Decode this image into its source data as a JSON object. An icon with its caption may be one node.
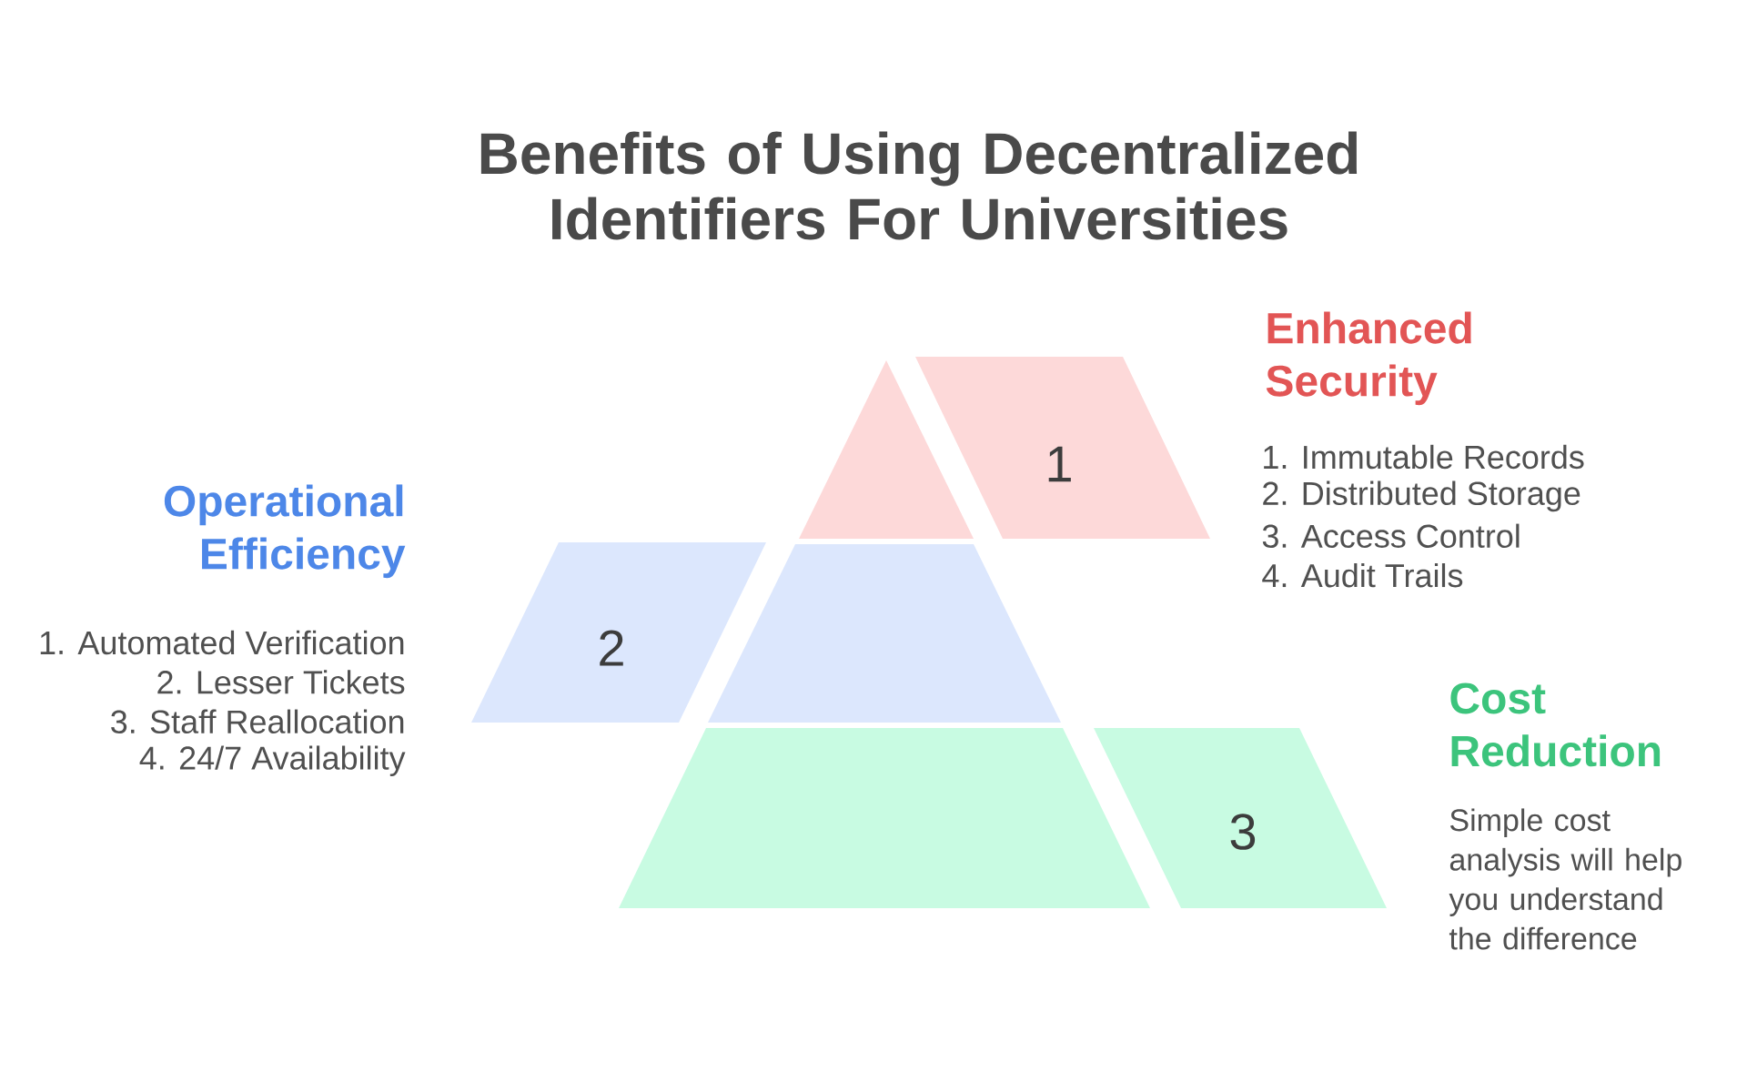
{
  "diagram": {
    "title": "Benefits of Using Decentralized Identifiers For Universities",
    "nodes": [
      {
        "text": [],
        "shape": "triangle"
      },
      {
        "text": [
          "1"
        ],
        "beside": [
          "Enhanced Security",
          "1. Immutable Records",
          "2. Distributed Storage",
          "3. Access Control",
          "4. Audit Trails"
        ]
      },
      {
        "text": [
          "2"
        ],
        "beside": [
          "Operational Efficiency",
          "1. Automated Verification",
          "2. Lesser Tickets",
          "3. Staff Reallocation",
          "4. 24/7 Availability"
        ]
      },
      {
        "text": [],
        "shape": "trapezoid"
      },
      {
        "text": [],
        "shape": "trapezoid"
      },
      {
        "text": [
          "3"
        ],
        "beside": [
          "Cost Reduction",
          "Simple cost analysis will help you understand the difference"
        ]
      }
    ]
  }
}
